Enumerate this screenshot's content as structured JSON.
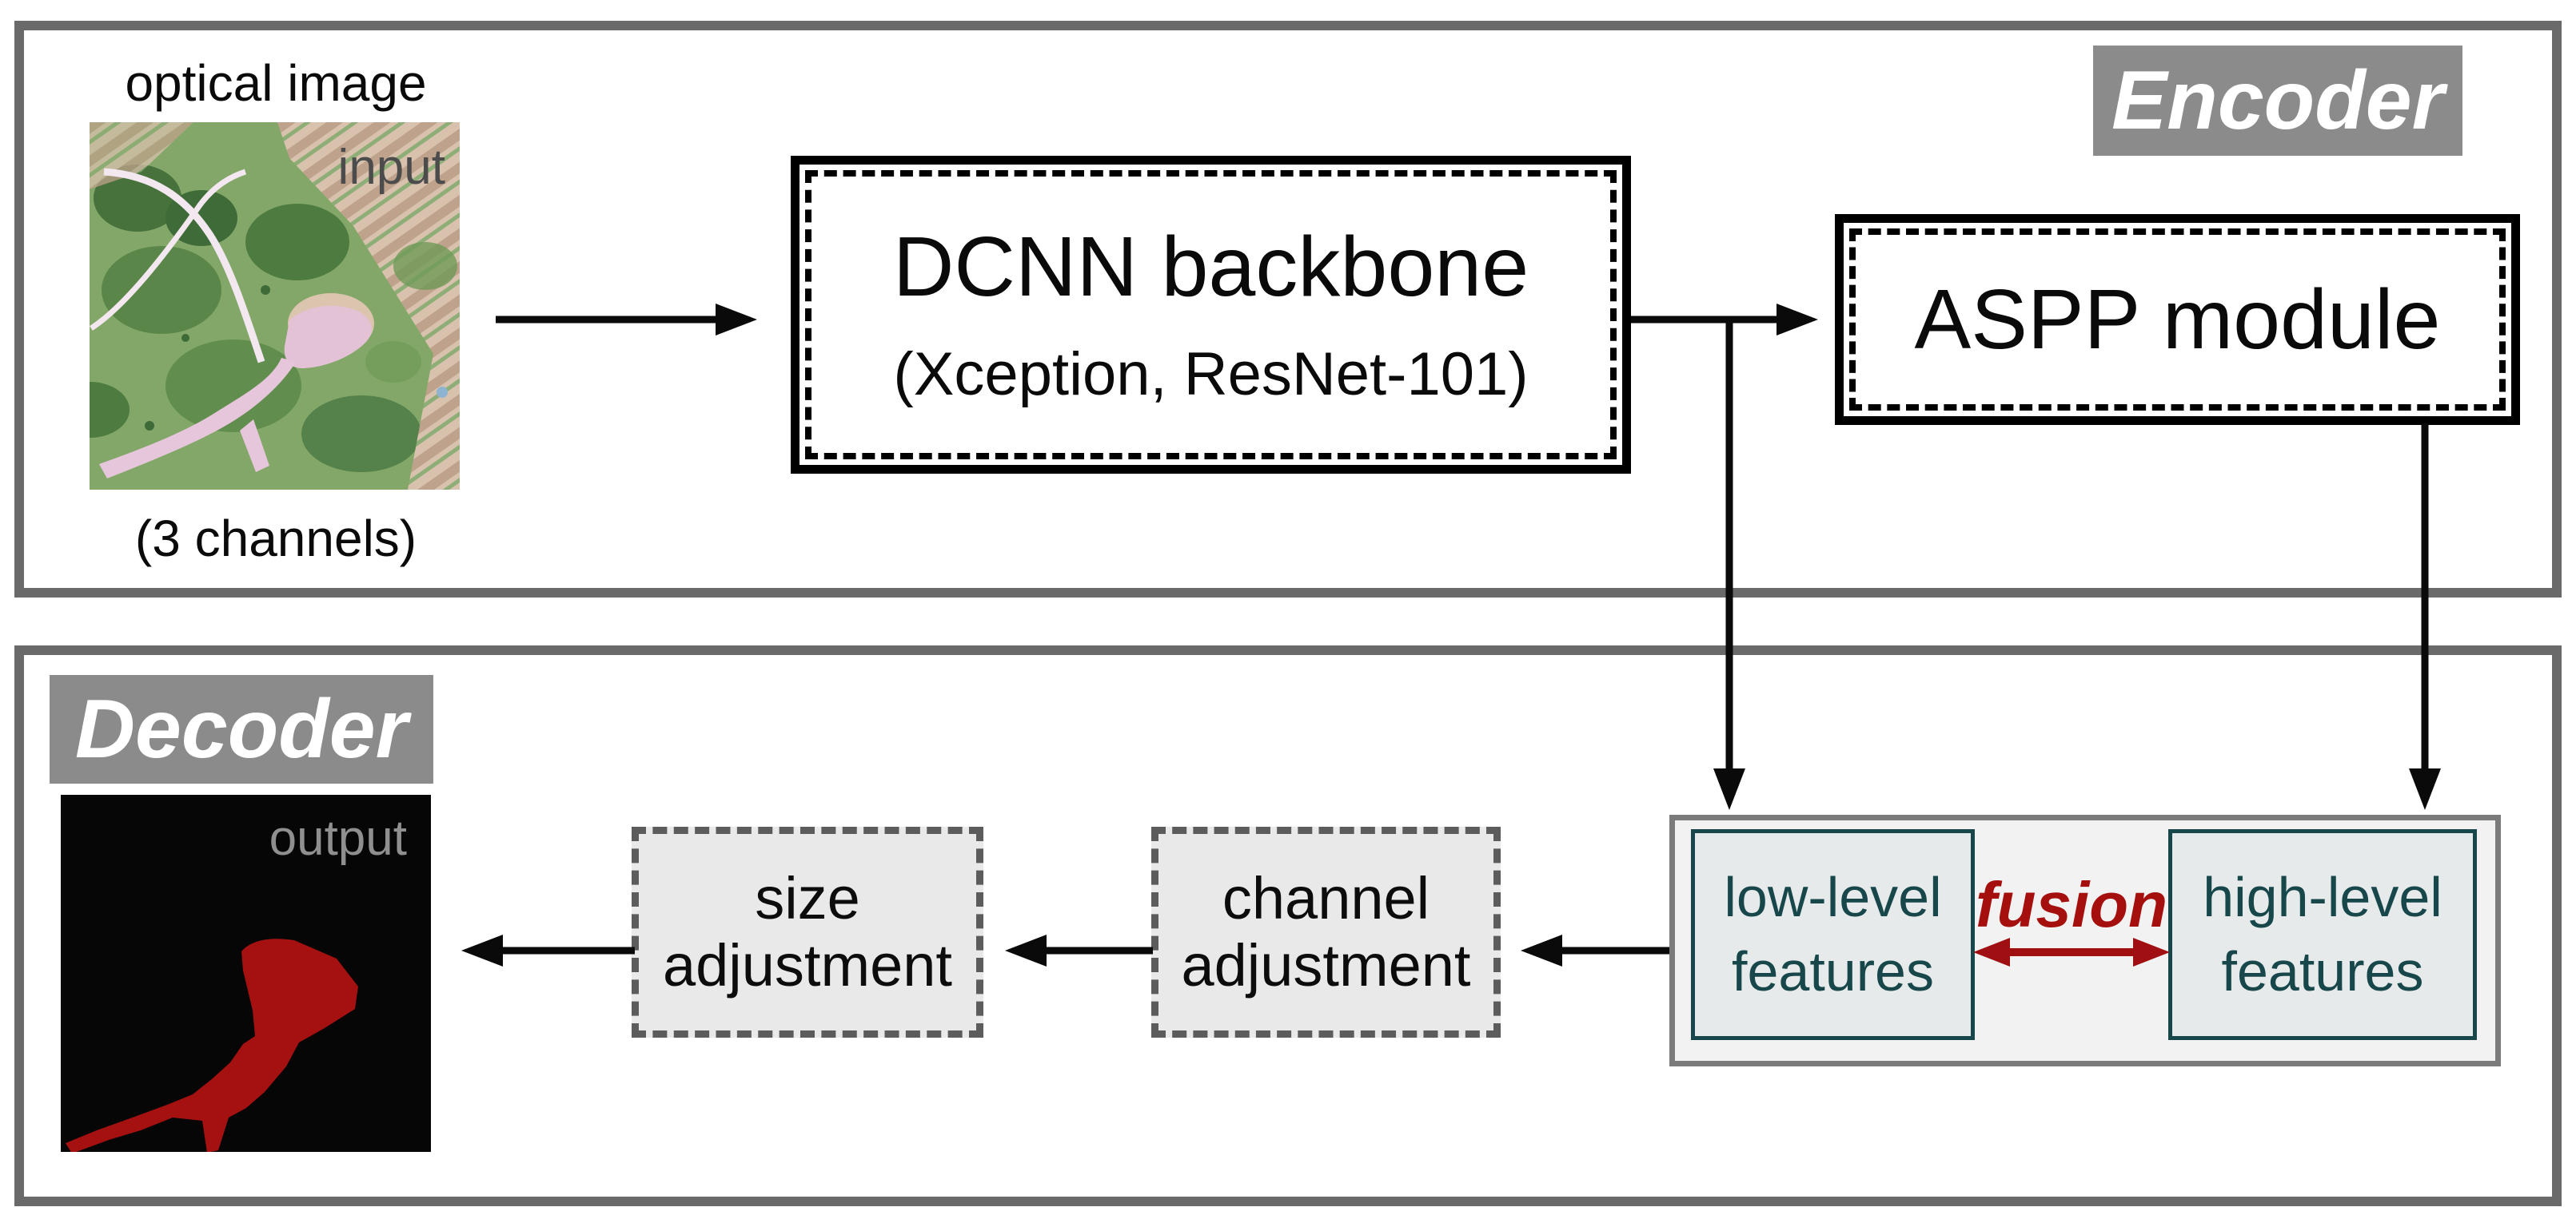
{
  "encoder": {
    "label": "Encoder",
    "caption_top": "optical image",
    "caption_bottom": "(3 channels)",
    "input_overlay": "input",
    "dcnn_title": "DCNN backbone",
    "dcnn_subtitle": "(Xception, ResNet-101)",
    "aspp_title": "ASPP module"
  },
  "decoder": {
    "label": "Decoder",
    "output_overlay": "output",
    "size_line1": "size",
    "size_line2": "adjustment",
    "channel_line1": "channel",
    "channel_line2": "adjustment",
    "low_line1": "low-level",
    "low_line2": "features",
    "high_line1": "high-level",
    "high_line2": "features",
    "fusion": "fusion"
  },
  "colors": {
    "panel_border": "#6a6a6a",
    "label_bg": "#8b8b8b",
    "label_text": "#ffffff",
    "teal": "#17474a",
    "feature_box_bg": "#e7eaea",
    "container_bg": "#f2f2f2",
    "container_border": "#7b7b7b",
    "dashed_box_border": "#5c5c5c",
    "dashed_box_bg": "#e9e9e9",
    "fusion_red": "#a5100f",
    "arrow_red": "#a00f12",
    "mask_red": "#a51111",
    "input_overlay_gray": "#4c4c4c",
    "output_overlay_gray": "#8f8f8f"
  }
}
